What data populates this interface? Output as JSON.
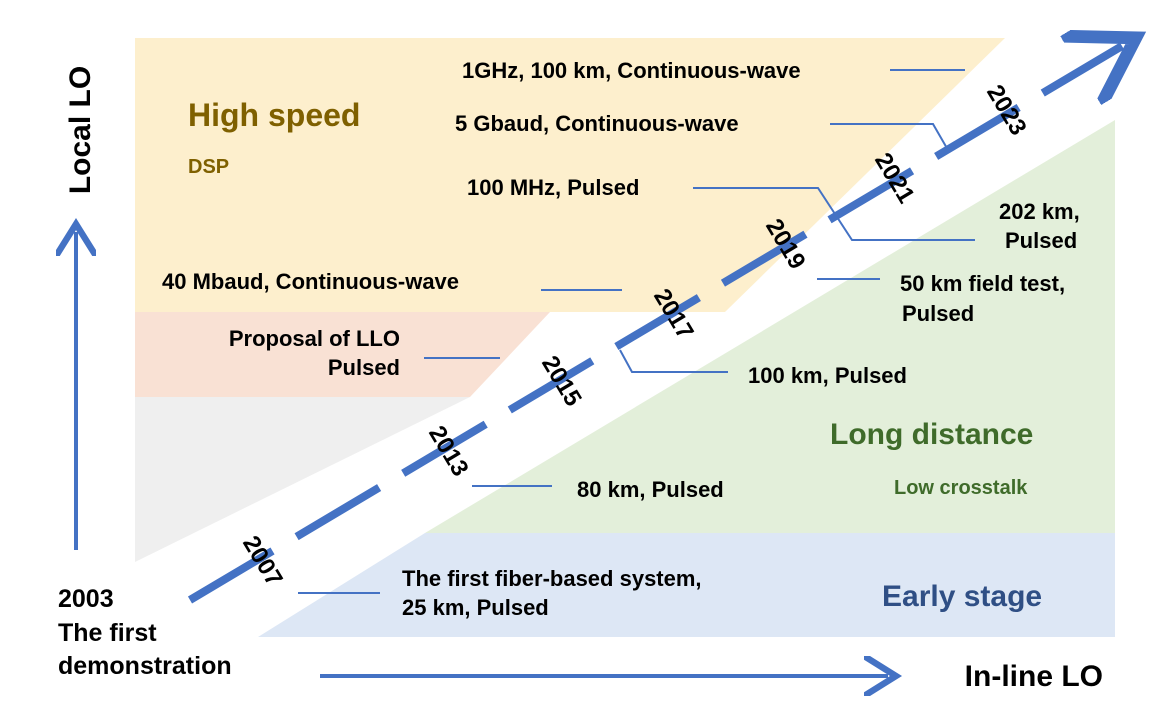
{
  "axes": {
    "y_label": "Local LO",
    "x_label": "In-line LO"
  },
  "origin": {
    "line1": "2003",
    "line2": "The first",
    "line3": "demonstration"
  },
  "regions": {
    "high_speed": {
      "title": "High speed",
      "subtitle": "DSP",
      "color": "#fdefcd",
      "text_color": "#7f6000"
    },
    "long_distance": {
      "title": "Long distance",
      "subtitle": "Low crosstalk",
      "color": "#e3efda",
      "text_color": "#3f6b2a"
    },
    "early_stage": {
      "title": "Early stage",
      "color": "#dde7f5",
      "text_color": "#2f4f85"
    },
    "llo_band": {
      "color": "#f9e1d4"
    },
    "grey_band": {
      "color": "#efefef"
    }
  },
  "timeline": {
    "color": "#4472c4",
    "years": [
      "2007",
      "2013",
      "2015",
      "2017",
      "2019",
      "2021",
      "2023"
    ]
  },
  "milestones": {
    "m2023": "1GHz, 100 km, Continuous-wave",
    "m2021": "5 Gbaud, Continuous-wave",
    "m2019a": "100 MHz, Pulsed",
    "m2019b_line1": "202 km,",
    "m2019b_line2": "Pulsed",
    "m2019c_line1": "50 km field test,",
    "m2019c_line2": "Pulsed",
    "m2017a": "40 Mbaud, Continuous-wave",
    "m2015_line1": "Proposal of LLO",
    "m2015_line2": "Pulsed",
    "m2017b": "100 km, Pulsed",
    "m2013": "80 km, Pulsed",
    "m2007_line1": "The first fiber-based system,",
    "m2007_line2": "25 km, Pulsed"
  }
}
